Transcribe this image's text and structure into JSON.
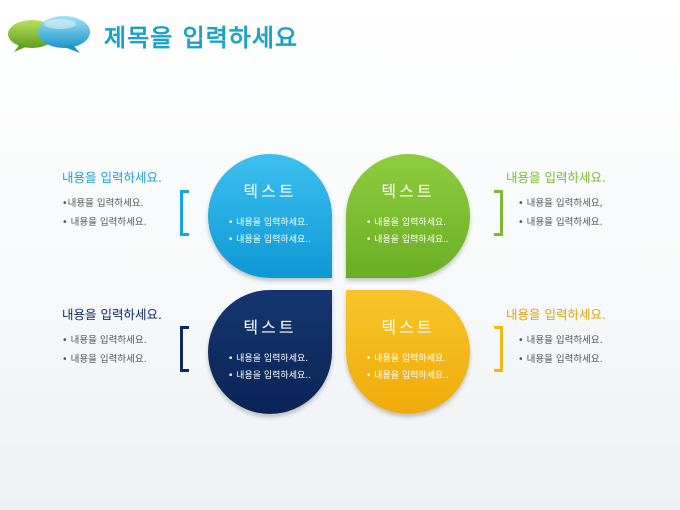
{
  "title": "제목을 입력하세요",
  "colors": {
    "blue": "#12a7e0",
    "green": "#7bbb32",
    "navy": "#0d2b63",
    "yellow": "#f4b814",
    "title": "#1aa3c7"
  },
  "petals": [
    {
      "heading": "텍스트",
      "items": [
        "• 내용을 입력하세요.",
        "• 내용을 입력하세요.."
      ]
    },
    {
      "heading": "텍스트",
      "items": [
        "• 내용을 입력하세요.",
        "• 내용을 입력하세요.."
      ]
    },
    {
      "heading": "텍스트",
      "items": [
        "• 내용을 입력하세요.",
        "• 내용을 입력하세요.."
      ]
    },
    {
      "heading": "텍스트",
      "items": [
        "• 내용을 입력하세요.",
        "• 내용을 입력하세요.."
      ]
    }
  ],
  "sides": [
    {
      "heading": "내용을 입력하세요.",
      "items": [
        "•내용을 입력하세요.",
        "• 내용을 입력하세요."
      ]
    },
    {
      "heading": "내용을 입력하세요.",
      "items": [
        "• 내용을 입력하세요.",
        "• 내용을 입력하세요."
      ]
    },
    {
      "heading": "내용을 입력하세요.",
      "items": [
        "• 내용을 입력하세요,",
        "• 내용을 입력하세요."
      ]
    },
    {
      "heading": "내용을 입력하세요.",
      "items": [
        "• 내용을 입력하세요.",
        "• 내용을 입력하세요."
      ]
    }
  ]
}
